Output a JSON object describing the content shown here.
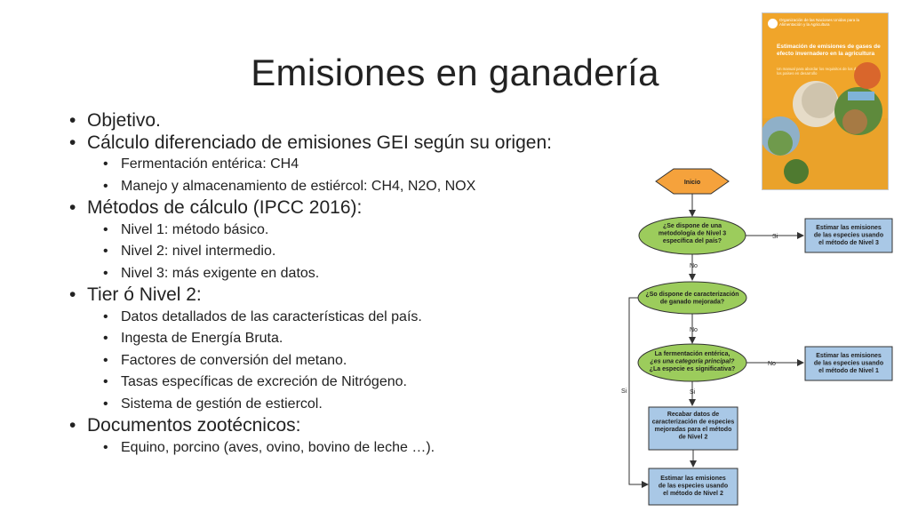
{
  "slide": {
    "title": "Emisiones en ganadería",
    "bullets": [
      {
        "level": 1,
        "text": "Objetivo."
      },
      {
        "level": 1,
        "text": "Cálculo diferenciado de emisiones GEI según su origen:"
      },
      {
        "level": 2,
        "text": "Fermentación entérica: CH4"
      },
      {
        "level": 2,
        "text": "Manejo y almacenamiento de estiércol: CH4, N2O, NOX"
      },
      {
        "level": 1,
        "text": "Métodos de cálculo (IPCC 2016):"
      },
      {
        "level": 2,
        "text": "Nivel 1: método básico."
      },
      {
        "level": 2,
        "text": "Nivel 2: nivel intermedio."
      },
      {
        "level": 2,
        "text": "Nivel 3: más exigente en datos."
      },
      {
        "level": 1,
        "text": "Tier ó Nivel 2:"
      },
      {
        "level": 2,
        "text": "Datos detallados de las características del país."
      },
      {
        "level": 2,
        "text": "Ingesta de Energía Bruta."
      },
      {
        "level": 2,
        "text": "Factores de conversión del metano."
      },
      {
        "level": 2,
        "text": "Tasas específicas de excreción de Nitrógeno."
      },
      {
        "level": 2,
        "text": "Sistema de gestión de estiercol."
      },
      {
        "level": 1,
        "text": "Documentos zootécnicos:"
      },
      {
        "level": 2,
        "text": "Equino, porcino (aves, ovino, bovino de leche …)."
      }
    ]
  },
  "book": {
    "org": "Organización de las Naciones Unidas para la Alimentación y la Agricultura",
    "title": "Estimación de emisiones de gases de efecto invernadero en la agricultura",
    "subtitle": "Un manual para abordar los requisitos de los datos para los países en desarrollo"
  },
  "flowchart": {
    "start": "Inicio",
    "q1": [
      "¿Se dispone de una",
      "metodología de Nivel 3",
      "específica del país?"
    ],
    "q2": [
      "¿So dispone de caracterización",
      "de ganado mejorada?"
    ],
    "q3": [
      "La fermentación entérica,",
      "¿es una categoría principal?",
      "¿La especie es significativa?"
    ],
    "box_tier3": [
      "Estimar las emisiones",
      "de las especies usando",
      "el método de Nivel 3"
    ],
    "box_tier1": [
      "Estimar las emisiones",
      "de las especies usando",
      "el método de Nivel 1"
    ],
    "box_collect": [
      "Recabar datos de",
      "caracterización de especies",
      "mejoradas para el método",
      "de Nivel 2"
    ],
    "box_tier2": [
      "Estimar las emisiones",
      "de las especies usando",
      "el método de Nivel 2"
    ],
    "yes": "Si",
    "no": "No",
    "colors": {
      "start_fill": "#f5a23c",
      "decision_fill": "#9ccc5c",
      "process_fill": "#a9c8e6",
      "stroke": "#333333"
    }
  }
}
